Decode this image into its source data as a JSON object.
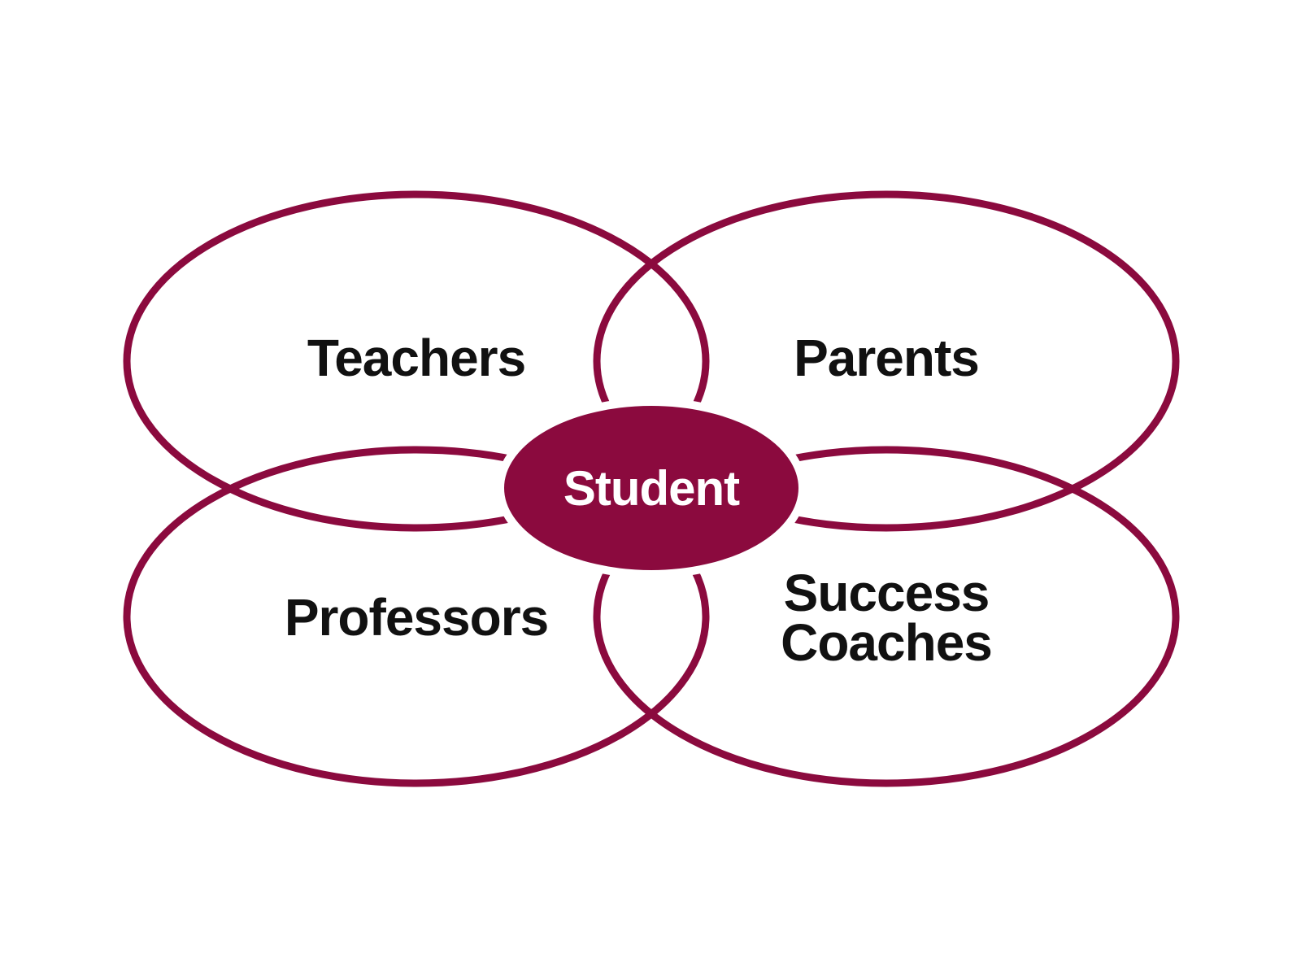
{
  "colors": {
    "accent": "#8B0A3E",
    "text": "#111111",
    "center_text": "#FFFFFF",
    "background": "#FFFFFF"
  },
  "groups": {
    "teachers": "Teachers",
    "parents": "Parents",
    "professors": "Professors",
    "success_coaches_line1": "Success",
    "success_coaches_line2": "Coaches"
  },
  "center": {
    "label": "Student"
  }
}
